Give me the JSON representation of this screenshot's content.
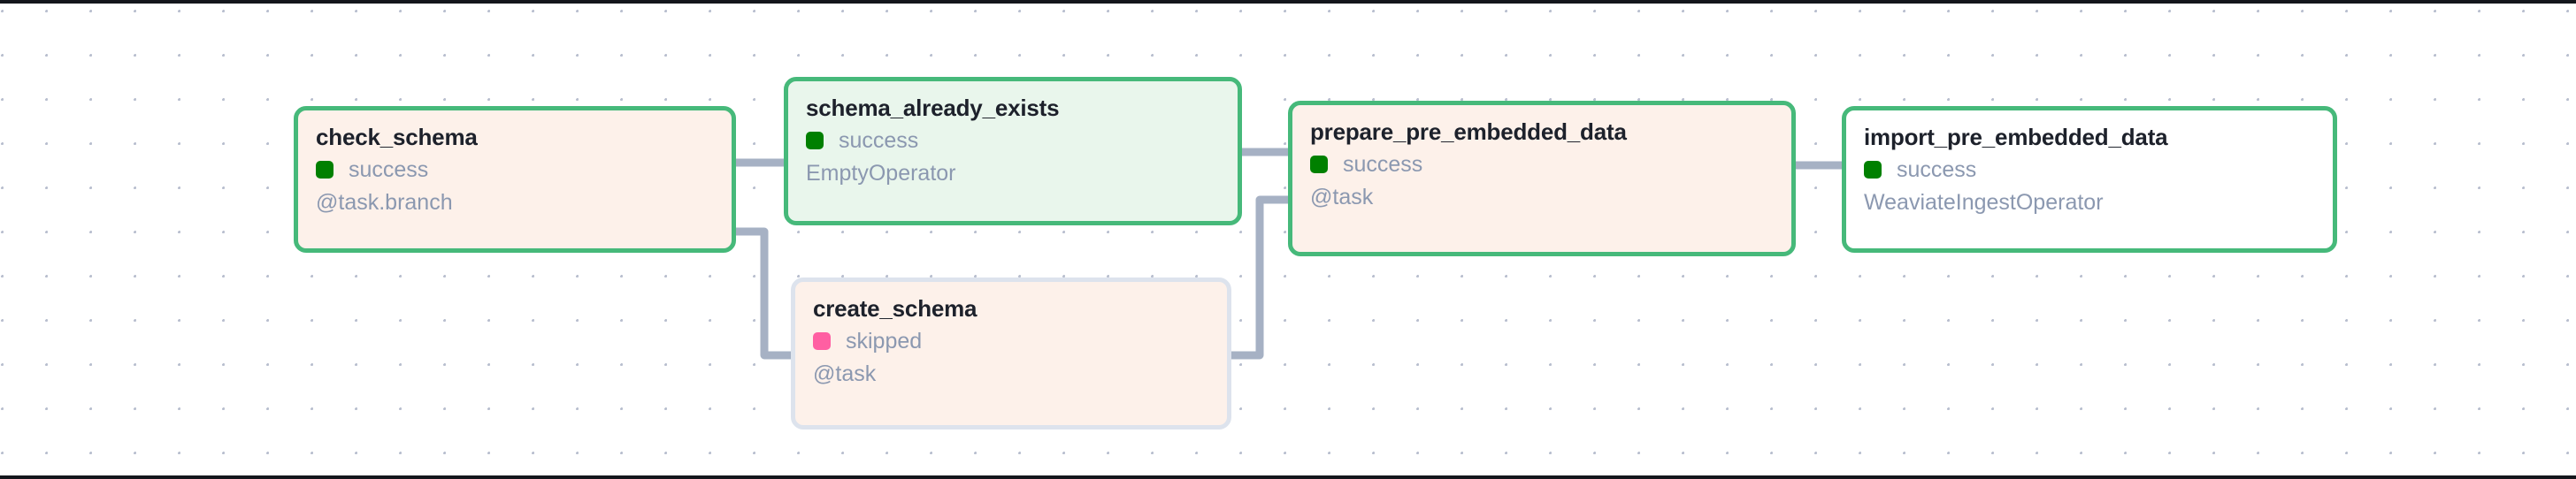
{
  "canvas": {
    "background_color": "#ffffff",
    "grid_dot_color": "#b9bfcf",
    "edge_color": "#a6b1c4",
    "border_color": "#14161c"
  },
  "status_colors": {
    "success": "#008000",
    "skipped": "#ff5fa2"
  },
  "nodes": [
    {
      "id": "check_schema",
      "title": "check_schema",
      "status": "success",
      "status_color": "#008000",
      "operator": "@task.branch",
      "border_color": "#46b97a",
      "fill_color": "#fdf1ea"
    },
    {
      "id": "schema_already_exists",
      "title": "schema_already_exists",
      "status": "success",
      "status_color": "#008000",
      "operator": "EmptyOperator",
      "border_color": "#46b97a",
      "fill_color": "#e9f6ec"
    },
    {
      "id": "create_schema",
      "title": "create_schema",
      "status": "skipped",
      "status_color": "#ff5fa2",
      "operator": "@task",
      "border_color": "#dde3ed",
      "fill_color": "#fdf1ea"
    },
    {
      "id": "prepare_pre_embedded_data",
      "title": "prepare_pre_embedded_data",
      "status": "success",
      "status_color": "#008000",
      "operator": "@task",
      "border_color": "#46b97a",
      "fill_color": "#fdf1ea"
    },
    {
      "id": "import_pre_embedded_data",
      "title": "import_pre_embedded_data",
      "status": "success",
      "status_color": "#008000",
      "operator": "WeaviateIngestOperator",
      "border_color": "#46b97a",
      "fill_color": "#ffffff"
    }
  ],
  "edges": [
    {
      "id": "check_schema__schema_already_exists",
      "from": "check_schema",
      "to": "schema_already_exists"
    },
    {
      "id": "check_schema__create_schema",
      "from": "check_schema",
      "to": "create_schema"
    },
    {
      "id": "schema_already_exists__prepare_pre_embedded_data",
      "from": "schema_already_exists",
      "to": "prepare_pre_embedded_data"
    },
    {
      "id": "create_schema__prepare_pre_embedded_data",
      "from": "create_schema",
      "to": "prepare_pre_embedded_data"
    },
    {
      "id": "prepare_pre_embedded_data__import_pre_embedded_data",
      "from": "prepare_pre_embedded_data",
      "to": "import_pre_embedded_data"
    }
  ]
}
